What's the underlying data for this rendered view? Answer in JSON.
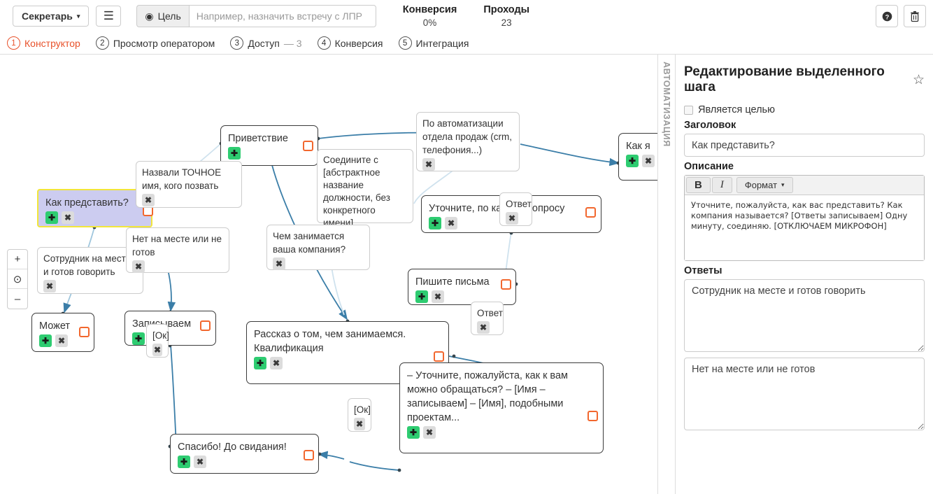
{
  "topbar": {
    "project_name": "Секретарь",
    "caret": "▾",
    "menu_icon": "☰",
    "goal_button": "Цель",
    "goal_icon": "◉",
    "goal_placeholder": "Например, назначить встречу с ЛПР",
    "goal_value": "",
    "metrics": [
      {
        "label": "Конверсия",
        "value": "0%"
      },
      {
        "label": "Проходы",
        "value": "23"
      }
    ],
    "help_icon": "?",
    "trash_icon": "🗑"
  },
  "steps": [
    {
      "num": "1",
      "label": "Конструктор",
      "suffix": "",
      "active": true
    },
    {
      "num": "2",
      "label": "Просмотр оператором",
      "suffix": "",
      "active": false
    },
    {
      "num": "3",
      "label": "Доступ",
      "suffix": "— 3",
      "active": false
    },
    {
      "num": "4",
      "label": "Конверсия",
      "suffix": "",
      "active": false
    },
    {
      "num": "5",
      "label": "Интеграция",
      "suffix": "",
      "active": false
    }
  ],
  "zoom_controls": {
    "in": "+",
    "center": "⊙",
    "out": "–"
  },
  "vertical_tab": {
    "label": "АВТОМАТИЗАЦИЯ"
  },
  "canvas": {
    "nodes": [
      {
        "id": "greeting",
        "title": "Приветствие"
      },
      {
        "id": "how-present",
        "title": "Как представить?"
      },
      {
        "id": "maybe",
        "title": "Может"
      },
      {
        "id": "recording",
        "title": "Записываем"
      },
      {
        "id": "clarify",
        "title": "Уточните, по какому вопросу"
      },
      {
        "id": "write",
        "title": "Пишите письма"
      },
      {
        "id": "story",
        "title": "Рассказ о том, чем занимаемся. Квалификация"
      },
      {
        "id": "thanks",
        "title": "Спасибо! До свидания!"
      },
      {
        "id": "address",
        "title": "– Уточните, пожалуйста, как к вам можно обращаться? – [Имя – записываем] – [Имя], подобными проектам..."
      },
      {
        "id": "how-i",
        "title": "Как я"
      }
    ],
    "answers": [
      {
        "id": "exact-name",
        "text": "Назвали ТОЧНОЕ имя, кого позвать"
      },
      {
        "id": "employee-ok",
        "text": "Сотрудник на месте и готов говорить"
      },
      {
        "id": "not-ready",
        "text": "Нет на месте или не готов"
      },
      {
        "id": "connect",
        "text": "Соедините с [абстрактное название должности, без конкретного имени]"
      },
      {
        "id": "what-does",
        "text": "Чем занимается ваша компания?"
      },
      {
        "id": "automation",
        "text": "По автоматизации отдела продаж (crm, телефония...)"
      },
      {
        "id": "answer-1",
        "text": "Ответ"
      },
      {
        "id": "answer-2",
        "text": "Ответ"
      },
      {
        "id": "ok-1",
        "text": "[Ок]"
      },
      {
        "id": "ok-2",
        "text": "[Ок]"
      }
    ],
    "icons": {
      "add": "✚",
      "remove": "✖"
    }
  },
  "panel": {
    "title": "Редактирование выделенного шага",
    "star_icon": "☆",
    "is_goal_label": "Является целью",
    "is_goal_checked": false,
    "heading_label": "Заголовок",
    "heading_value": "Как представить?",
    "description_label": "Описание",
    "toolbar": {
      "bold": "B",
      "italic": "I",
      "format": "Формат",
      "caret": "▾"
    },
    "description_value": "Уточните, пожалуйста, как вас представить? Как компания называется? [Ответы записываем] Одну минуту, соединяю. [ОТКЛЮЧАЕМ МИКРОФОН]",
    "answers_label": "Ответы",
    "answers": [
      "Сотрудник на месте и готов говорить",
      "Нет на месте или не готов"
    ]
  },
  "colors": {
    "accent": "#e8512a",
    "port": "#f2672e",
    "selected_fill": "#ccccf0",
    "selected_border": "#f2e63a",
    "edge": "#3b7ea8",
    "add_green": "#2ecc71"
  }
}
